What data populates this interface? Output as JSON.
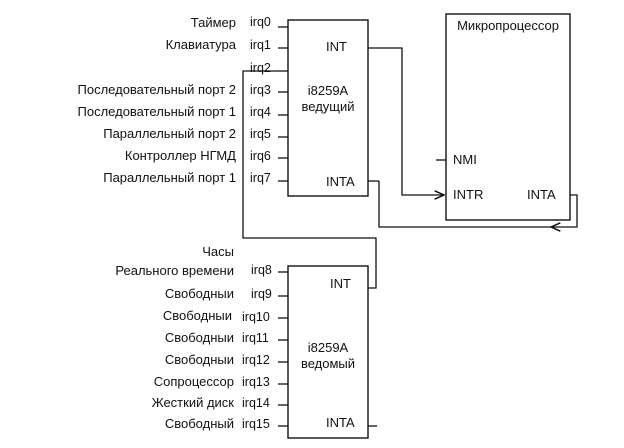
{
  "master": {
    "name_line1": "i8259A",
    "name_line2": "ведущий",
    "int_label": "INT",
    "inta_label": "INTA",
    "irqs": [
      {
        "irq": "irq0",
        "device": "Таймер"
      },
      {
        "irq": "irq1",
        "device": "Клавиатура"
      },
      {
        "irq": "irq2",
        "device": ""
      },
      {
        "irq": "irq3",
        "device": "Последовательный порт 2"
      },
      {
        "irq": "irq4",
        "device": "Последовательный порт 1"
      },
      {
        "irq": "irq5",
        "device": "Параллельный порт 2"
      },
      {
        "irq": "irq6",
        "device": "Контроллер НГМД"
      },
      {
        "irq": "irq7",
        "device": "Параллельный порт 1"
      }
    ]
  },
  "slave": {
    "name_line1": "i8259A",
    "name_line2": "ведомый",
    "int_label": "INT",
    "inta_label": "INTA",
    "irqs": [
      {
        "irq": "irq8",
        "device_line1": "Часы",
        "device": "Реального времени"
      },
      {
        "irq": "irq9",
        "device": "Свободныи"
      },
      {
        "irq": "irq10",
        "device": "Свободныи"
      },
      {
        "irq": "irq11",
        "device": "Свободныи"
      },
      {
        "irq": "irq12",
        "device": "Свободныи"
      },
      {
        "irq": "irq13",
        "device": "Сопроцессор"
      },
      {
        "irq": "irq14",
        "device": "Жесткий диск"
      },
      {
        "irq": "irq15",
        "device": "Свободный"
      }
    ]
  },
  "cpu": {
    "title": "Микропроцессор",
    "nmi_label": "NMI",
    "intr_label": "INTR",
    "inta_label": "INTA"
  }
}
